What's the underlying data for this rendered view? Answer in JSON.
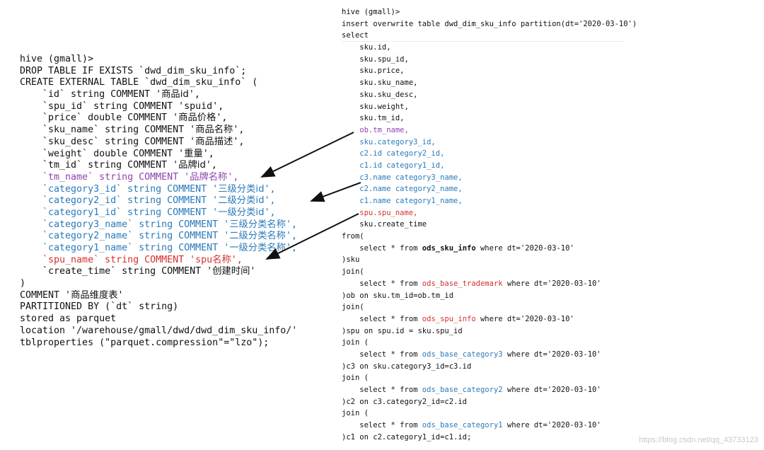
{
  "colors": {
    "purple": "#8e44ad",
    "blue": "#2a7ab9",
    "red": "#d62f2f",
    "text": "#111111"
  },
  "left_code": {
    "lines": [
      [
        {
          "t": "hive (gmall)>"
        }
      ],
      [
        {
          "t": "DROP TABLE IF EXISTS `dwd_dim_sku_info`;"
        }
      ],
      [
        {
          "t": "CREATE EXTERNAL TABLE `dwd_dim_sku_info` ("
        }
      ],
      [
        {
          "t": "    `id` string COMMENT '"
        },
        {
          "t": "商品id",
          "cn": true
        },
        {
          "t": "',"
        }
      ],
      [
        {
          "t": "    `spu_id` string COMMENT 'spuid',"
        }
      ],
      [
        {
          "t": "    `price` double COMMENT '"
        },
        {
          "t": "商品价格",
          "cn": true
        },
        {
          "t": "',"
        }
      ],
      [
        {
          "t": "    `sku_name` string COMMENT '"
        },
        {
          "t": "商品名称",
          "cn": true
        },
        {
          "t": "',"
        }
      ],
      [
        {
          "t": "    `sku_desc` string COMMENT '"
        },
        {
          "t": "商品描述",
          "cn": true
        },
        {
          "t": "',"
        }
      ],
      [
        {
          "t": "    `weight` double COMMENT '"
        },
        {
          "t": "重量",
          "cn": true
        },
        {
          "t": "',"
        }
      ],
      [
        {
          "t": "    `tm_id` string COMMENT '"
        },
        {
          "t": "品牌id",
          "cn": true
        },
        {
          "t": "',"
        }
      ],
      [
        {
          "t": "    `tm_name` string COMMENT '",
          "c": "purple"
        },
        {
          "t": "品牌名称",
          "cn": true,
          "c": "purple"
        },
        {
          "t": "',",
          "c": "purple"
        }
      ],
      [
        {
          "t": "    `category3_id` string COMMENT '",
          "c": "blue"
        },
        {
          "t": "三级分类id",
          "cn": true,
          "c": "blue"
        },
        {
          "t": "',",
          "c": "blue"
        }
      ],
      [
        {
          "t": "    `category2_id` string COMMENT '",
          "c": "blue"
        },
        {
          "t": "二级分类id",
          "cn": true,
          "c": "blue"
        },
        {
          "t": "',",
          "c": "blue"
        }
      ],
      [
        {
          "t": "    `category1_id` string COMMENT '",
          "c": "blue"
        },
        {
          "t": "一级分类id",
          "cn": true,
          "c": "blue"
        },
        {
          "t": "',",
          "c": "blue"
        }
      ],
      [
        {
          "t": "    `category3_name` string COMMENT '",
          "c": "blue"
        },
        {
          "t": "三级分类名称",
          "cn": true,
          "c": "blue"
        },
        {
          "t": "',",
          "c": "blue"
        }
      ],
      [
        {
          "t": "    `category2_name` string COMMENT '",
          "c": "blue"
        },
        {
          "t": "二级分类名称",
          "cn": true,
          "c": "blue"
        },
        {
          "t": "',",
          "c": "blue"
        }
      ],
      [
        {
          "t": "    `category1_name` string COMMENT '",
          "c": "blue"
        },
        {
          "t": "一级分类名称",
          "cn": true,
          "c": "blue"
        },
        {
          "t": "',",
          "c": "blue"
        }
      ],
      [
        {
          "t": "    `spu_name` string COMMENT 'spu",
          "c": "red"
        },
        {
          "t": "名称",
          "cn": true,
          "c": "red"
        },
        {
          "t": "',",
          "c": "red"
        }
      ],
      [
        {
          "t": "    `create_time` string COMMENT '"
        },
        {
          "t": "创建时间",
          "cn": true
        },
        {
          "t": "'"
        }
      ],
      [
        {
          "t": ")"
        }
      ],
      [
        {
          "t": "COMMENT '"
        },
        {
          "t": "商品维度表",
          "cn": true
        },
        {
          "t": "'"
        }
      ],
      [
        {
          "t": "PARTITIONED BY (`dt` string)"
        }
      ],
      [
        {
          "t": "stored as parquet"
        }
      ],
      [
        {
          "t": "location '/warehouse/gmall/dwd/dwd_dim_sku_info/'"
        }
      ],
      [
        {
          "t": "tblproperties (\"parquet.compression\"=\"lzo\");"
        }
      ]
    ]
  },
  "right_code": {
    "lines": [
      [
        {
          "t": "hive (gmall)>"
        }
      ],
      [
        {
          "t": "insert overwrite table dwd_dim_sku_info partition(dt='2020-03-10')"
        }
      ],
      [
        {
          "t": "select"
        }
      ],
      [
        {
          "t": "    sku.id,"
        }
      ],
      [
        {
          "t": "    sku.spu_id,"
        }
      ],
      [
        {
          "t": "    sku.price,"
        }
      ],
      [
        {
          "t": "    sku.sku_name,"
        }
      ],
      [
        {
          "t": "    sku.sku_desc,"
        }
      ],
      [
        {
          "t": "    sku.weight,"
        }
      ],
      [
        {
          "t": "    sku.tm_id,"
        }
      ],
      [
        {
          "t": "    ob.tm_name,",
          "c": "purple"
        }
      ],
      [
        {
          "t": "    sku.category3_id,",
          "c": "blue"
        }
      ],
      [
        {
          "t": "    c2.id category2_id,",
          "c": "blue"
        }
      ],
      [
        {
          "t": "    c1.id category1_id,",
          "c": "blue"
        }
      ],
      [
        {
          "t": "    c3.name category3_name,",
          "c": "blue"
        }
      ],
      [
        {
          "t": "    c2.name category2_name,",
          "c": "blue"
        }
      ],
      [
        {
          "t": "    c1.name category1_name,",
          "c": "blue"
        }
      ],
      [
        {
          "t": "    spu.spu_name,",
          "c": "red"
        }
      ],
      [
        {
          "t": "    sku.create_time"
        }
      ],
      [
        {
          "t": "from("
        }
      ],
      [
        {
          "t": "    select * from "
        },
        {
          "t": "ods_sku_info",
          "b": true
        },
        {
          "t": " where dt='2020-03-10'"
        }
      ],
      [
        {
          "t": ")sku"
        }
      ],
      [
        {
          "t": "join("
        }
      ],
      [
        {
          "t": "    select * from "
        },
        {
          "t": "ods_base_trademark",
          "c": "red"
        },
        {
          "t": " where dt='2020-03-10'"
        }
      ],
      [
        {
          "t": ")ob on sku.tm_id=ob.tm_id"
        }
      ],
      [
        {
          "t": "join("
        }
      ],
      [
        {
          "t": "    select * from "
        },
        {
          "t": "ods_spu_info",
          "c": "red"
        },
        {
          "t": " where dt='2020-03-10'"
        }
      ],
      [
        {
          "t": ")spu on spu.id = sku.spu_id"
        }
      ],
      [
        {
          "t": "join ("
        }
      ],
      [
        {
          "t": "    select * from "
        },
        {
          "t": "ods_base_category3",
          "c": "blue"
        },
        {
          "t": " where dt='2020-03-10'"
        }
      ],
      [
        {
          "t": ")c3 on sku.category3_id=c3.id"
        }
      ],
      [
        {
          "t": "join ("
        }
      ],
      [
        {
          "t": "    select * from "
        },
        {
          "t": "ods_base_category2",
          "c": "blue"
        },
        {
          "t": " where dt='2020-03-10'"
        }
      ],
      [
        {
          "t": ")c2 on c3.category2_id=c2.id"
        }
      ],
      [
        {
          "t": "join ("
        }
      ],
      [
        {
          "t": "    select * from "
        },
        {
          "t": "ods_base_category1",
          "c": "blue"
        },
        {
          "t": " where dt='2020-03-10'"
        }
      ],
      [
        {
          "t": ")c1 on c2.category1_id=c1.id;"
        }
      ]
    ]
  },
  "watermark": "https://blog.csdn.net/qq_43733123"
}
